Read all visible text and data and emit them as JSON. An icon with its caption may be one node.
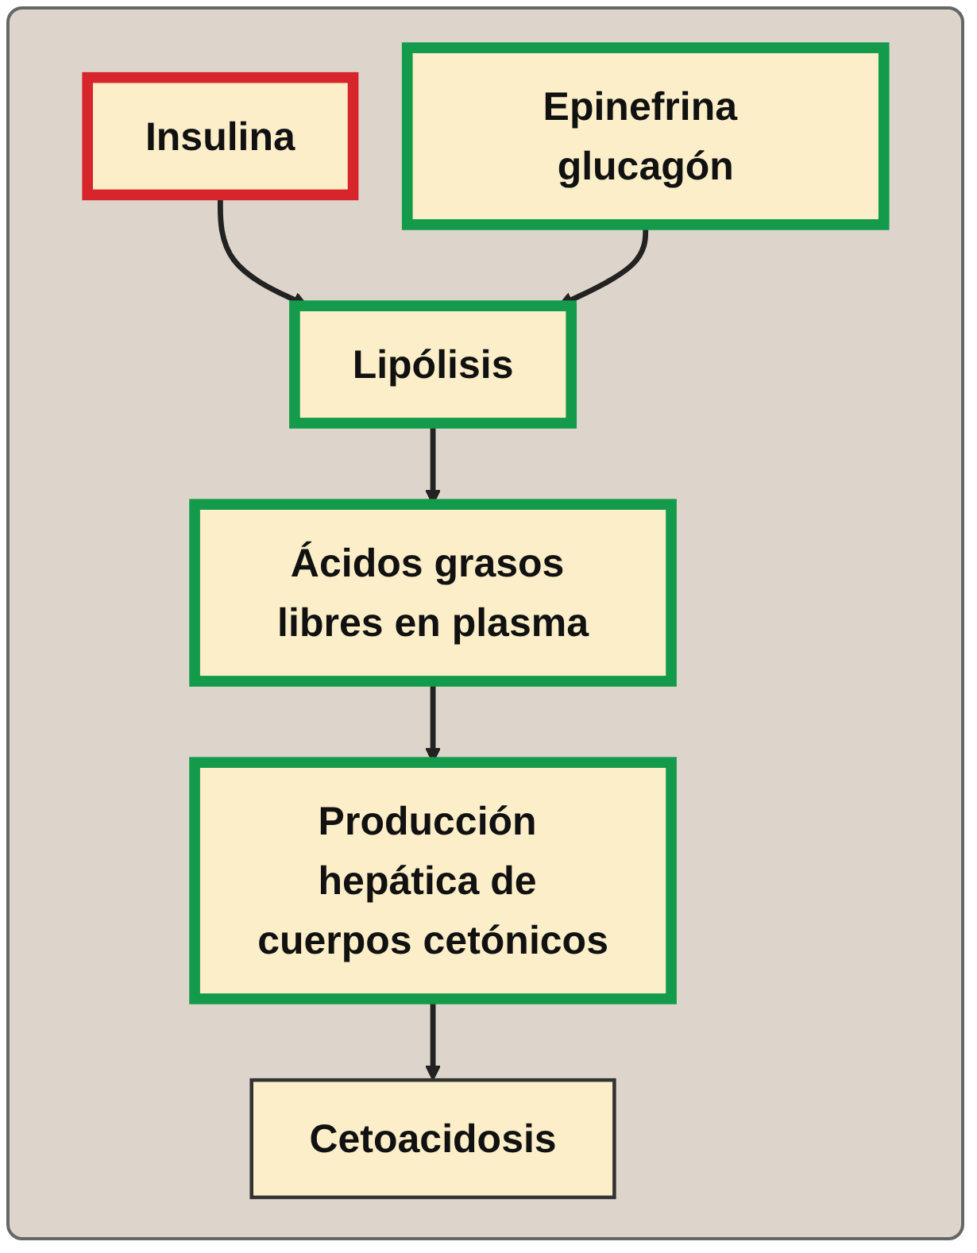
{
  "diagram": {
    "nodes": [
      {
        "text": [
          "Insulina"
        ]
      },
      {
        "text": [
          "Epinefrina glucagón"
        ]
      },
      {
        "text": [
          "Lipólisis"
        ]
      },
      {
        "text": [
          "Ácidos grasos libres en plasma"
        ]
      },
      {
        "text": [
          "Producción hepática de cuerpos cetónicos"
        ]
      },
      {
        "text": [
          "Cetoacidosis"
        ]
      }
    ],
    "edges": [
      {
        "from": 0,
        "to": 2,
        "arrow": "to"
      },
      {
        "from": 1,
        "to": 2,
        "arrow": "to"
      },
      {
        "from": 2,
        "to": 3,
        "arrow": "to"
      },
      {
        "from": 3,
        "to": 4,
        "arrow": "to"
      },
      {
        "from": 4,
        "to": 5,
        "arrow": "to"
      }
    ]
  }
}
